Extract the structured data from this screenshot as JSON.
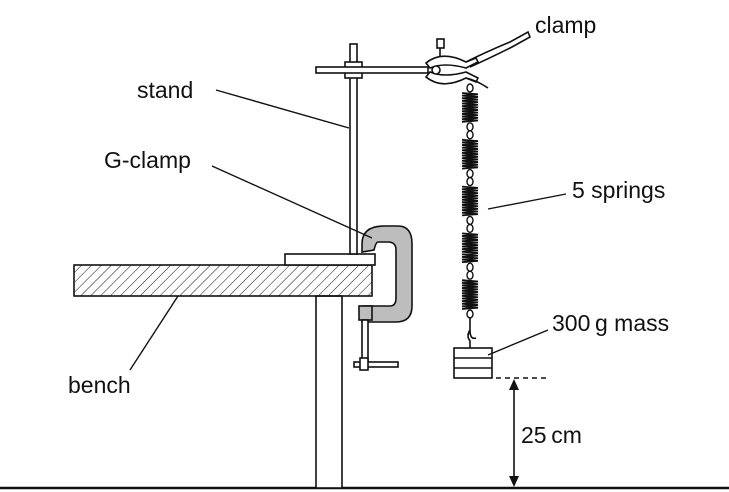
{
  "labels": {
    "clamp": "clamp",
    "stand": "stand",
    "g_clamp": "G-clamp",
    "springs": "5 springs",
    "mass": "300 g mass",
    "bench": "bench",
    "height": "25 cm"
  },
  "colors": {
    "ink": "#111111",
    "gclamp_fill": "#bdbdbd"
  },
  "springs": {
    "count": 5
  }
}
